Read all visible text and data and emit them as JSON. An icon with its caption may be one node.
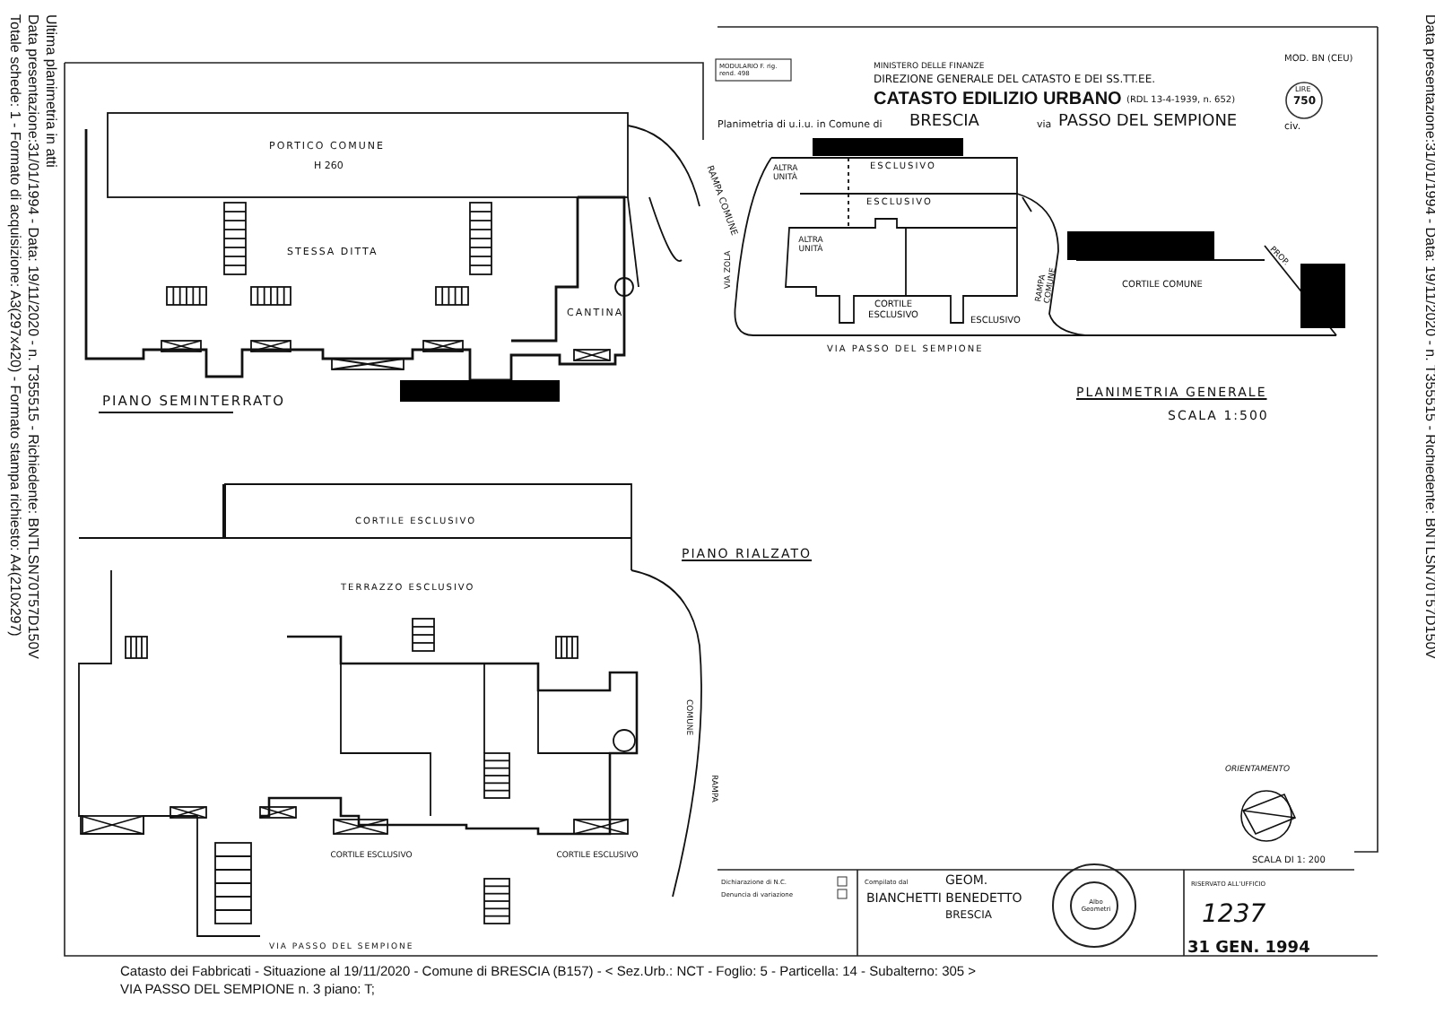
{
  "diagram": {
    "labels": [
      "Ultima planimetria in atti",
      "Data presentazione:31/01/1994 - Data: 19/11/2020 - n. T355515 - Richiedente: BNTLSN70T57D150V",
      "Totale schede: 1 - Formato di acquisizione: A3(297x420) - Formato stampa richiesto: A4(210x297)",
      "MODULARIO F. rig. rend. 498",
      "MINISTERO DELLE FINANZE",
      "DIREZIONE GENERALE DEL CATASTO E DEI SS.TT.EE.",
      "CATASTO EDILIZIO URBANO",
      "(RDL 13-4-1939, n. 652)",
      "MOD. BN (CEU)",
      "LIRE",
      "750",
      "Planimetria di u.i.u. in Comune di",
      "BRESCIA",
      "via",
      "PASSO DEL SEMPIONE",
      "civ.",
      "Data presentazione:31/01/1994 - Data: 19/11/2020 - n. T355515 - Richiedente: BNTLSN70T57D150V",
      "PORTICO COMUNE",
      "H 260",
      "STESSA DITTA",
      "CANTINA",
      "RAMPA COMUNE",
      "PIANO SEMINTERRATO",
      "ALTRA UNITÀ",
      "ESCLUSIVO",
      "ESCLUSIVO",
      "ALTRA UNITÀ",
      "VIA ZOLA",
      "RAMPA COMUNE",
      "PROP.",
      "CORTILE COMUNE",
      "CORTILE ESCLUSIVO",
      "ESCLUSIVO",
      "VIA PASSO DEL SEMPIONE",
      "PLANIMETRIA GENERALE",
      "SCALA 1:500",
      "CORTILE ESCLUSIVO",
      "PIANO RIALZATO",
      "TERRAZZO ESCLUSIVO",
      "COMUNE",
      "RAMPA",
      "CORTILE ESCLUSIVO",
      "CORTILE ESCLUSIVO",
      "VIA PASSO DEL SEMPIONE",
      "ORIENTAMENTO",
      "SCALA DI 1: 200",
      "Dichiarazione di N.C.",
      "Denuncia di variazione",
      "Compilato dal",
      "GEOM.",
      "BIANCHETTI BENEDETTO",
      "BRESCIA",
      "Albo Geometri",
      "RISERVATO ALL'UFFICIO",
      "1237",
      "31 GEN. 1994",
      "Catasto dei Fabbricati - Situazione al 19/11/2020 - Comune di BRESCIA (B157) - < Sez.Urb.: NCT - Foglio: 5 - Particella: 14 - Subalterno: 305 >",
      "VIA PASSO DEL SEMPIONE n. 3 piano: T;"
    ]
  }
}
